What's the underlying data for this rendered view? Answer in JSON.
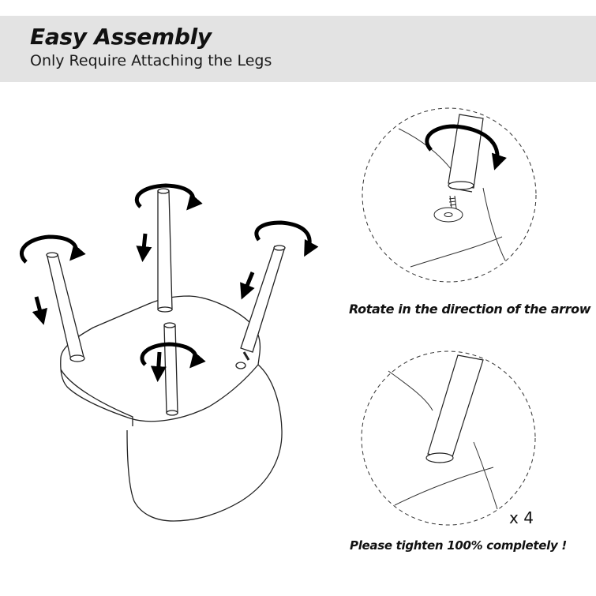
{
  "header": {
    "title": "Easy Assembly",
    "subtitle": "Only Require Attaching the Legs"
  },
  "details": {
    "rotate_caption": "Rotate in the direction of the arrow",
    "tighten_caption": "Please tighten 100% completely !",
    "quantity_label": "x 4"
  },
  "colors": {
    "header_band": "#e3e3e3",
    "line_art": "#222222",
    "arrows": "#000000"
  },
  "icons": [
    "rotation-arrow-icon",
    "downward-arrow-icon"
  ]
}
